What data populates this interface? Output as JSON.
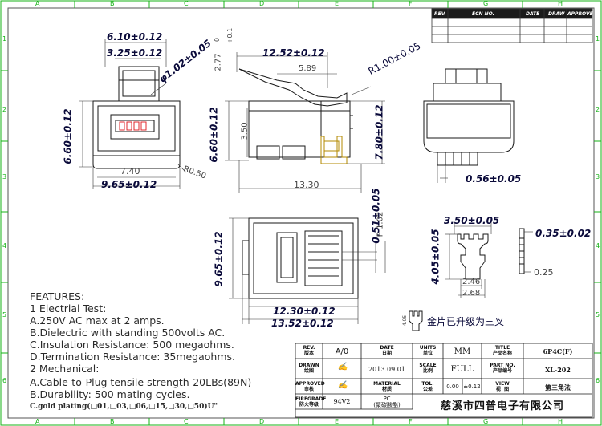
{
  "zones": {
    "letters": [
      "A",
      "B",
      "C",
      "D",
      "E",
      "F",
      "G",
      "H"
    ],
    "numbers": [
      "1",
      "2",
      "3",
      "4",
      "5",
      "6"
    ]
  },
  "ecn_header": {
    "rev": "REV.",
    "ecn_no": "ECN NO.",
    "date": "DATE",
    "drawn": "DRAW",
    "approved": "APPROVE"
  },
  "dimensions": {
    "top_width": "6.10±0.12",
    "top_inner": "3.25±0.12",
    "front_height": "6.60±0.12",
    "front_inner": "7.40",
    "front_width": "9.65±0.12",
    "radius": "R0.50",
    "hole_dia": "φ1.02±0.05",
    "side_length": "12.52±0.12",
    "side_589": "5.89",
    "side_277": "2.77",
    "side_tol": "+0.1",
    "side_tol_zero": "0",
    "side_r1": "R1.00±0.05",
    "side_height": "6.60±0.12",
    "side_350": "3.50",
    "side_780": "7.80±0.12",
    "side_1330": "13.30",
    "end_056": "0.56±0.05",
    "bottom_height": "9.65±0.12",
    "pitch_tol": "0.51±0.05",
    "pitch": "P-1.02",
    "bottom_1230": "12.30±0.12",
    "bottom_1352": "13.52±0.12",
    "contact_width": "3.50±0.05",
    "contact_height": "4.05±0.05",
    "contact_246": "2.46",
    "contact_268": "2.68",
    "blade_thk": "0.35±0.02",
    "blade_025": "0.25",
    "note_dim": "4.05",
    "note_cn": "金片已升级为三叉"
  },
  "features": [
    "FEATURES:",
    "1 Electrial Test:",
    "A.250V AC max at 2 amps.",
    "B.Dielectric with standing 500volts AC.",
    "C.Insulation Resistance: 500 megaohms.",
    "D.Termination Resistance: 35megaohms.",
    "2 Mechanical:",
    "A.Cable-to-Plug tensile strength-20LBs(89N)",
    "B.Durability: 500 mating cycles.",
    "C.gold plating(□01,□03,□06,□15,□30,□50)U\""
  ],
  "title_block": {
    "rev_lbl": "REV.\n版本",
    "rev_val": "A/0",
    "date_lbl": "DATE\n日期",
    "date_val": "2013.09.01",
    "units_lbl": "UNITS\n单位",
    "units_val": "MM",
    "title_lbl": "TITLE\n产品名称",
    "title_val": "6P4C(F)",
    "drawn_lbl": "DRAWN\n绘图",
    "scale_lbl": "SCALE\n比例",
    "scale_val": "FULL",
    "partno_lbl": "PART NO.\n产品编号",
    "partno_val": "XL-202",
    "approved_lbl": "APPROVED\n审核",
    "material_lbl": "MATERIAL\n材质",
    "material_val": "PC\n(聚碳酸酯)",
    "tol_lbl": "TOL.\n公差",
    "tol_val1": "0.00",
    "tol_val2": "±0.12",
    "view_lbl": "VIEW\n视  图",
    "view_val": "第三角法",
    "firegrade_lbl": "FIREGRADE\n防火等级",
    "firegrade_val": "94V2",
    "company": "慈溪市四普电子有限公司"
  }
}
